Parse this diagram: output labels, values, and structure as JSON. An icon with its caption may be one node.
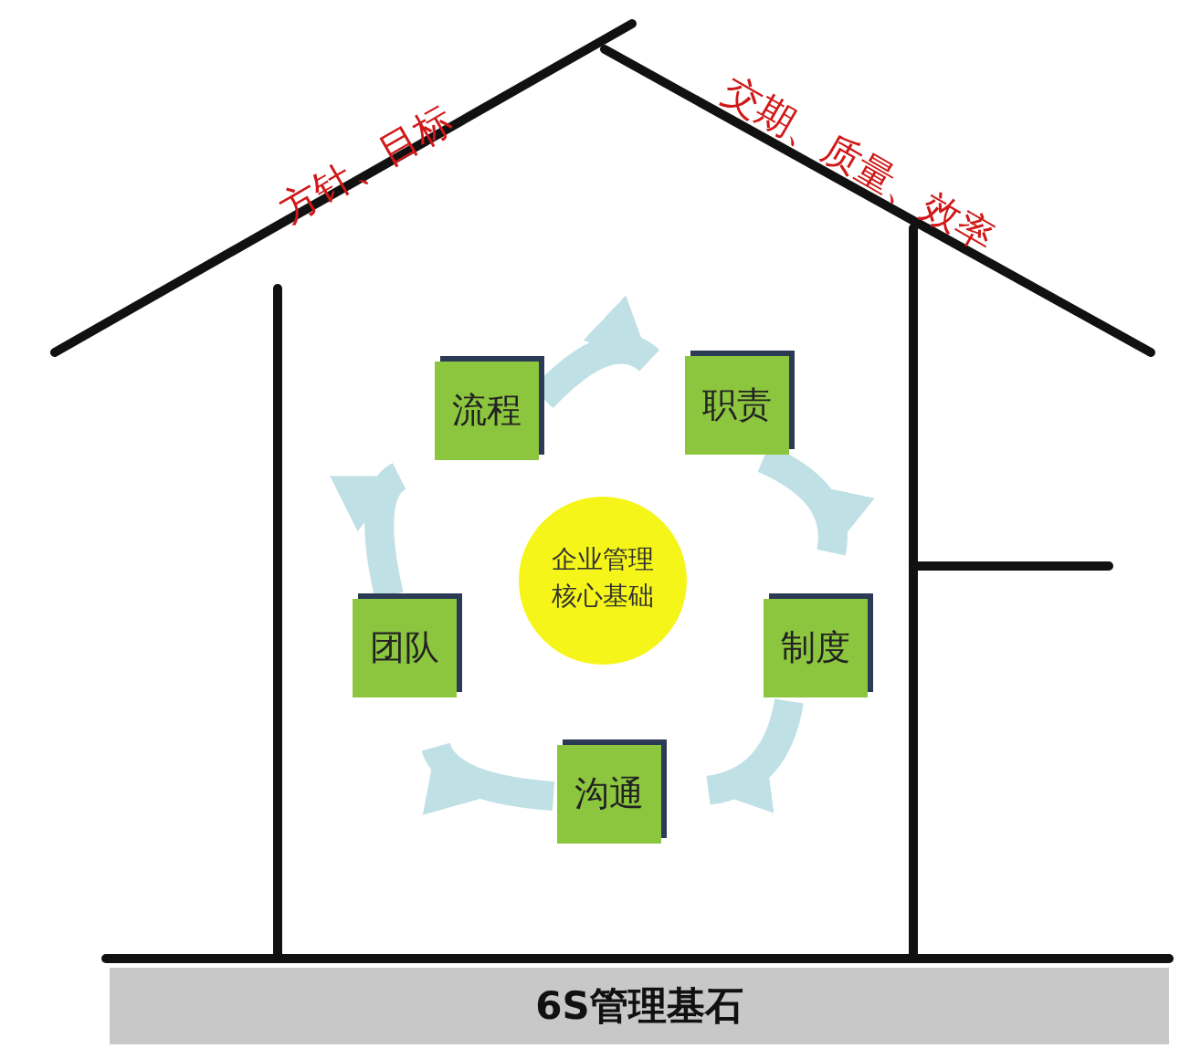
{
  "diagram": {
    "nodes": [
      {
        "text": [
          "流程"
        ]
      },
      {
        "text": [
          "职责"
        ]
      },
      {
        "text": [
          "制度"
        ]
      },
      {
        "text": [
          "沟通"
        ]
      },
      {
        "text": [
          "团队"
        ]
      },
      {
        "text": [
          "企业管理核心基础"
        ]
      },
      {
        "text": [
          "6S管理基石"
        ]
      }
    ],
    "edges": [
      {
        "from": 0,
        "to": 1,
        "arrow": "to"
      },
      {
        "from": 1,
        "to": 2,
        "arrow": "to"
      },
      {
        "from": 2,
        "to": 3,
        "arrow": "to"
      },
      {
        "from": 3,
        "to": 4,
        "arrow": "to"
      },
      {
        "from": 4,
        "to": 0,
        "arrow": "to"
      }
    ],
    "labels": [
      "方针、目标",
      "交期、质量、效率"
    ]
  }
}
